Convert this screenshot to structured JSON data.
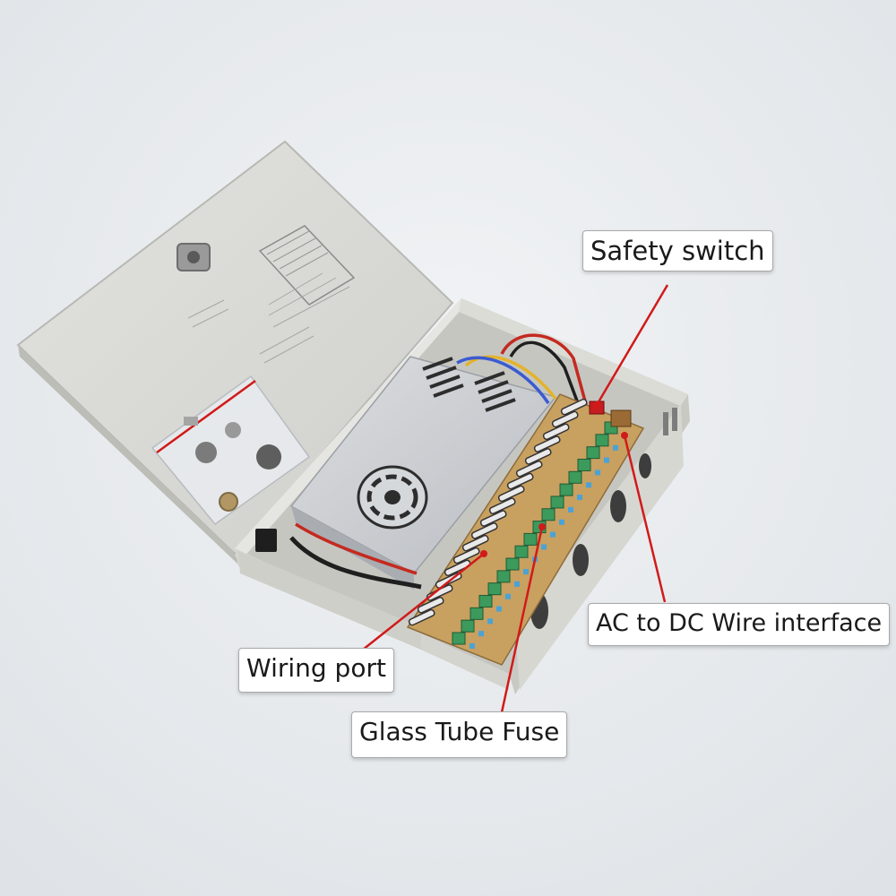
{
  "callouts": {
    "safety_switch": "Safety switch",
    "ac_dc_interface": "AC to DC Wire interface",
    "wiring_port": "Wiring port",
    "glass_tube_fuse": "Glass Tube Fuse"
  },
  "colors": {
    "background": "#e9ecef",
    "enclosure": "#d6d6d2",
    "psu": "#c9ccd0",
    "pcb": "#c8a060",
    "terminal": "#3c9a5c",
    "leader_line": "#d11a1a"
  }
}
